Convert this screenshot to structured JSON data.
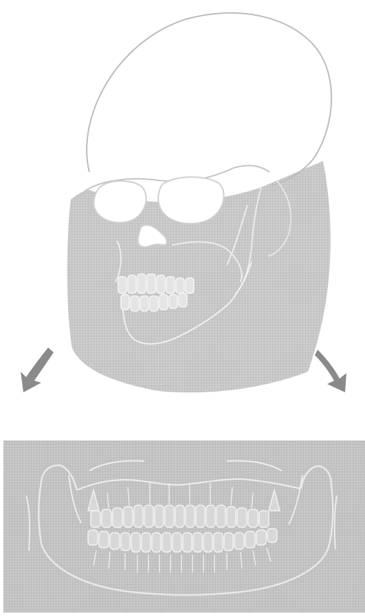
{
  "figure": {
    "top_illustration": "skull-with-shaded-panoramic-band",
    "arrows": [
      "arrow-left-down",
      "arrow-right-down"
    ],
    "bottom_illustration": "panoramic-dental-radiograph-drawing"
  },
  "colors": {
    "background": "#ffffff",
    "skull_outline": "#b9b9b9",
    "band_fill": "#c9c9c9",
    "panel_fill": "#c2c2c2",
    "arrow_fill": "#8a8a8a",
    "line_light": "#f2f2f2"
  }
}
